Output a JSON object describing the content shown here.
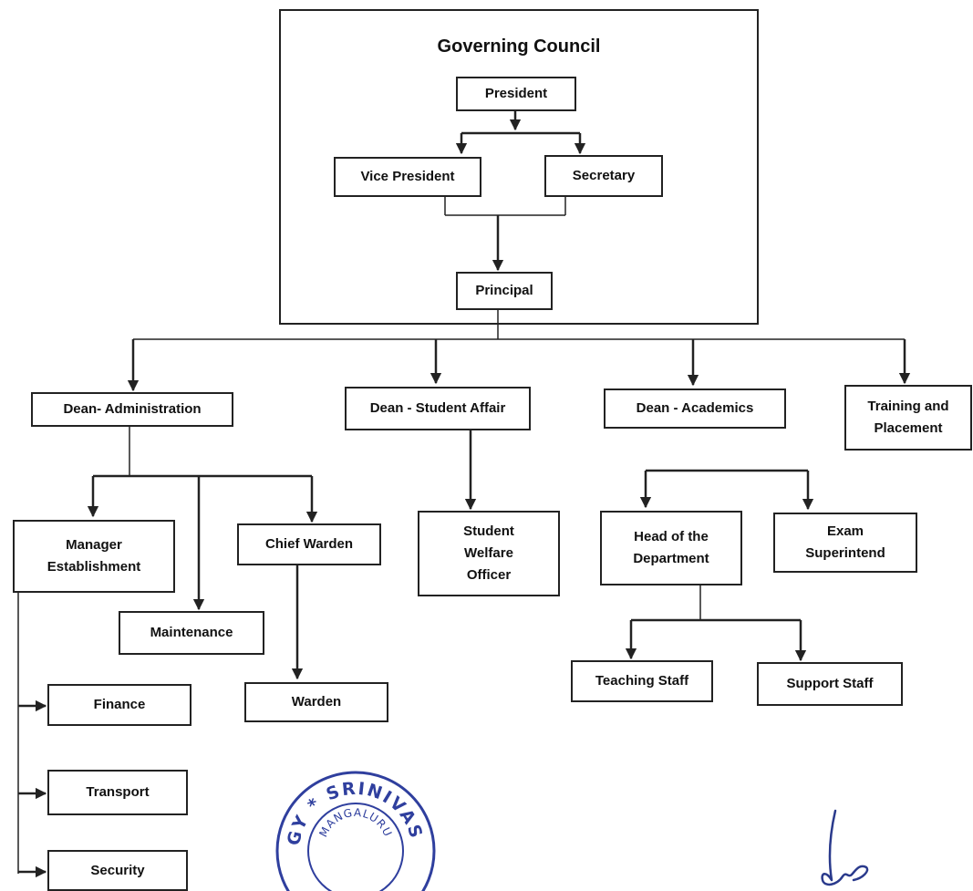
{
  "governing_council": {
    "title": "Governing Council"
  },
  "nodes": {
    "president": "President",
    "vice_president": "Vice President",
    "secretary": "Secretary",
    "principal": "Principal",
    "dean_administration": "Dean- Administration",
    "dean_student_affair": "Dean - Student Affair",
    "dean_academics": "Dean - Academics",
    "training_placement": "Training and\nPlacement",
    "manager_establishment": "Manager\nEstablishment",
    "maintenance": "Maintenance",
    "chief_warden": "Chief Warden",
    "warden": "Warden",
    "finance": "Finance",
    "transport": "Transport",
    "security": "Security",
    "student_welfare_officer": "Student\nWelfare\nOfficer",
    "head_of_department": "Head of the\nDepartment",
    "exam_superintend": "Exam\nSuperintend",
    "teaching_staff": "Teaching Staff",
    "support_staff": "Support Staff"
  },
  "stamp": {
    "outer_text": "TECHNOLOGY * SRINIVAS INSTITUTE",
    "inner_text": "MANGALURU"
  },
  "colors": {
    "line": "#222222",
    "stamp": "#2f3f9e",
    "signature": "#2a3a8c"
  }
}
